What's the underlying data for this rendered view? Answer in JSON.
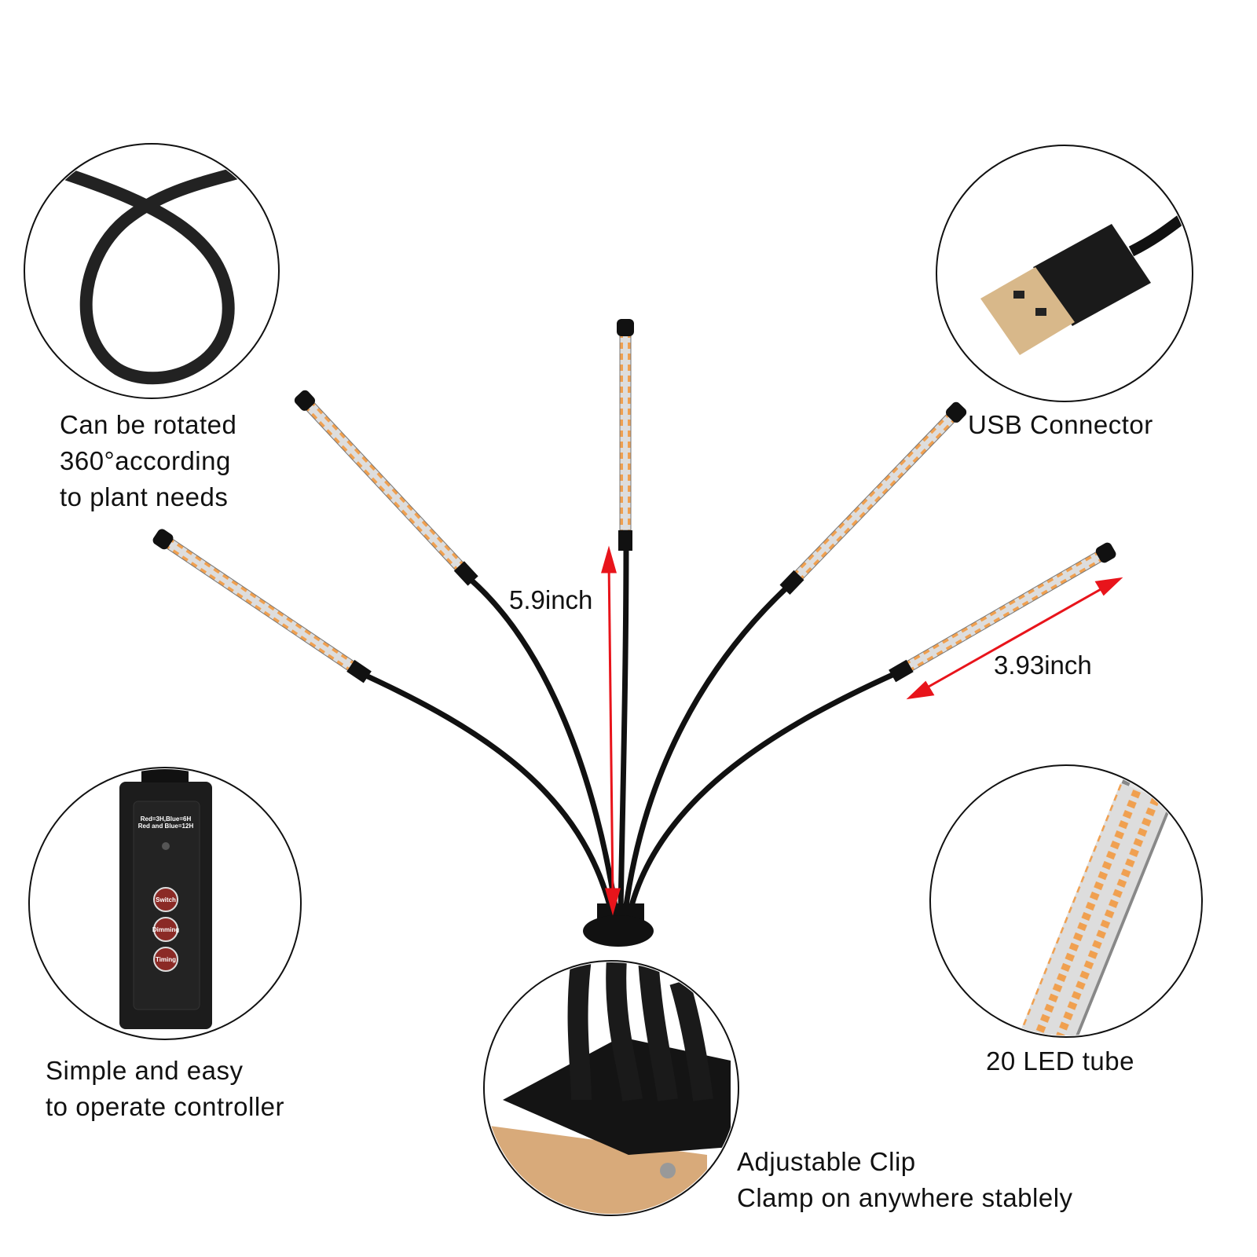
{
  "features": {
    "rotation": {
      "lines": [
        "Can be rotated",
        "360°according",
        "to plant needs"
      ]
    },
    "usb": {
      "label": "USB Connector"
    },
    "controller": {
      "lines": [
        "Simple and easy",
        "to operate controller"
      ],
      "panel_text": [
        "Red=3H,Blue=6H",
        "Red and Blue=12H"
      ],
      "buttons": [
        "Switch",
        "Dimming",
        "Timing"
      ]
    },
    "clip": {
      "lines": [
        "Adjustable Clip",
        "Clamp on anywhere stablely"
      ]
    },
    "led": {
      "label": "20 LED tube"
    }
  },
  "dimensions": {
    "height": "5.9inch",
    "length": "3.93inch"
  },
  "colors": {
    "arrow": "#e8141b",
    "led_orange": "#f0a050",
    "button": "#8b2a26"
  }
}
